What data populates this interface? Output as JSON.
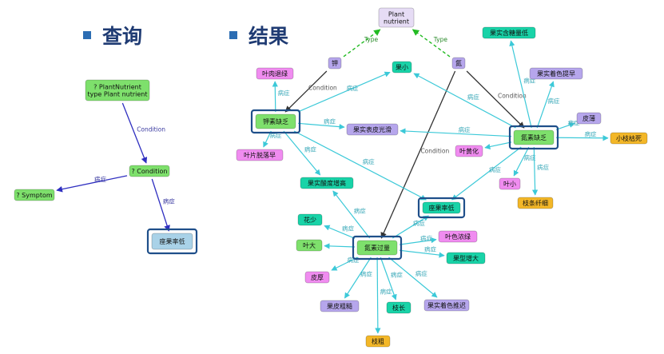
{
  "headings": {
    "query": "查询",
    "result": "结果"
  },
  "colors": {
    "node_green": "#7ee06c",
    "node_pink": "#f08cf0",
    "node_purple": "#b6a6ec",
    "node_teal": "#19d3a8",
    "node_orange": "#f3b728",
    "node_lightblue": "#a9d2e8",
    "node_lavender": "#e6dcf5",
    "edge_cyan": "#3cc9d8",
    "edge_dark": "#333333",
    "edge_blue": "#2f2fc0",
    "edge_green": "#22bb22",
    "highlight_border": "#1f4f8a"
  },
  "query": {
    "nodes": [
      {
        "id": "q_pn",
        "lines": [
          "? PlantNutrient",
          "type   Plant nutrient"
        ],
        "color": "green"
      },
      {
        "id": "q_cond",
        "lines": [
          "? Condition"
        ],
        "color": "green"
      },
      {
        "id": "q_symp",
        "lines": [
          "? Symptom"
        ],
        "color": "green"
      },
      {
        "id": "q_fruit",
        "lines": [
          "座果率低"
        ],
        "color": "lightblue",
        "highlight": true
      }
    ],
    "edges": [
      {
        "from": "q_pn",
        "to": "q_cond",
        "label": "Condition"
      },
      {
        "from": "q_cond",
        "to": "q_symp",
        "label": "病症"
      },
      {
        "from": "q_cond",
        "to": "q_fruit",
        "label": "病症"
      }
    ]
  },
  "result": {
    "nodes": [
      {
        "id": "pn",
        "lines": [
          "Plant",
          "nutrient"
        ],
        "color": "lavender"
      },
      {
        "id": "k",
        "lines": [
          "钾"
        ],
        "color": "purple"
      },
      {
        "id": "n",
        "lines": [
          "氮"
        ],
        "color": "purple"
      },
      {
        "id": "k_def",
        "lines": [
          "钾素缺乏"
        ],
        "color": "green",
        "highlight": true
      },
      {
        "id": "n_def",
        "lines": [
          "氮素缺乏"
        ],
        "color": "green",
        "highlight": true
      },
      {
        "id": "n_exc",
        "lines": [
          "氮素过量"
        ],
        "color": "green",
        "highlight": true
      },
      {
        "id": "yrtl",
        "lines": [
          "叶肉退绿"
        ],
        "color": "pink"
      },
      {
        "id": "ytlz",
        "lines": [
          "叶片脱落早"
        ],
        "color": "pink"
      },
      {
        "id": "gx",
        "lines": [
          "果小"
        ],
        "color": "teal"
      },
      {
        "id": "gsbpgh",
        "lines": [
          "果实表皮光滑"
        ],
        "color": "purple"
      },
      {
        "id": "gssdzg",
        "lines": [
          "果实酸度增高"
        ],
        "color": "teal"
      },
      {
        "id": "zgld",
        "lines": [
          "座果率低"
        ],
        "color": "teal",
        "highlight": true
      },
      {
        "id": "gshtld",
        "lines": [
          "果实含糖量低"
        ],
        "color": "teal"
      },
      {
        "id": "gszstz",
        "lines": [
          "果实着色提早"
        ],
        "color": "purple"
      },
      {
        "id": "pb",
        "lines": [
          "皮薄"
        ],
        "color": "purple"
      },
      {
        "id": "xzks",
        "lines": [
          "小枝枯死"
        ],
        "color": "orange"
      },
      {
        "id": "yhh",
        "lines": [
          "叶黄化"
        ],
        "color": "pink"
      },
      {
        "id": "yx",
        "lines": [
          "叶小"
        ],
        "color": "pink"
      },
      {
        "id": "ztxx",
        "lines": [
          "枝条纤细"
        ],
        "color": "orange"
      },
      {
        "id": "hs",
        "lines": [
          "花少"
        ],
        "color": "teal"
      },
      {
        "id": "yd",
        "lines": [
          "叶大"
        ],
        "color": "green"
      },
      {
        "id": "ysnl",
        "lines": [
          "叶色浓绿"
        ],
        "color": "pink"
      },
      {
        "id": "gxzd",
        "lines": [
          "果型增大"
        ],
        "color": "teal"
      },
      {
        "id": "ph",
        "lines": [
          "皮厚"
        ],
        "color": "pink"
      },
      {
        "id": "gpcc",
        "lines": [
          "果皮粗糙"
        ],
        "color": "purple"
      },
      {
        "id": "zc",
        "lines": [
          "枝长"
        ],
        "color": "teal"
      },
      {
        "id": "gszsty",
        "lines": [
          "果实着色推迟"
        ],
        "color": "purple"
      },
      {
        "id": "zq",
        "lines": [
          "枝粗"
        ],
        "color": "orange"
      }
    ],
    "edges": [
      {
        "from": "k",
        "to": "pn",
        "label": "Type",
        "style": "green-dashed"
      },
      {
        "from": "n",
        "to": "pn",
        "label": "Type",
        "style": "green-dashed"
      },
      {
        "from": "k",
        "to": "k_def",
        "label": "Condition",
        "style": "dark"
      },
      {
        "from": "n",
        "to": "n_def",
        "label": "Condition",
        "style": "dark"
      },
      {
        "from": "n",
        "to": "n_exc",
        "label": "Condition",
        "style": "dark"
      },
      {
        "from": "k_def",
        "to": "yrtl",
        "label": "病症",
        "style": "cyan"
      },
      {
        "from": "k_def",
        "to": "ytlz",
        "label": "病症",
        "style": "cyan"
      },
      {
        "from": "k_def",
        "to": "gx",
        "label": "病症",
        "style": "cyan"
      },
      {
        "from": "k_def",
        "to": "gsbpgh",
        "label": "病症",
        "style": "cyan"
      },
      {
        "from": "k_def",
        "to": "gssdzg",
        "label": "病症",
        "style": "cyan"
      },
      {
        "from": "k_def",
        "to": "zgld",
        "label": "病症",
        "style": "cyan"
      },
      {
        "from": "n_def",
        "to": "gshtld",
        "label": "病症",
        "style": "cyan"
      },
      {
        "from": "n_def",
        "to": "gszstz",
        "label": "病症",
        "style": "cyan"
      },
      {
        "from": "n_def",
        "to": "pb",
        "label": "病症",
        "style": "cyan"
      },
      {
        "from": "n_def",
        "to": "xzks",
        "label": "病症",
        "style": "cyan"
      },
      {
        "from": "n_def",
        "to": "yhh",
        "label": "",
        "style": "cyan"
      },
      {
        "from": "n_def",
        "to": "yx",
        "label": "病症",
        "style": "cyan"
      },
      {
        "from": "n_def",
        "to": "ztxx",
        "label": "病症",
        "style": "cyan"
      },
      {
        "from": "n_def",
        "to": "gx",
        "label": "病症",
        "style": "cyan"
      },
      {
        "from": "n_def",
        "to": "gsbpgh",
        "label": "病症",
        "style": "cyan"
      },
      {
        "from": "n_def",
        "to": "zgld",
        "label": "病症",
        "style": "cyan"
      },
      {
        "from": "n_exc",
        "to": "hs",
        "label": "病症",
        "style": "cyan"
      },
      {
        "from": "n_exc",
        "to": "yd",
        "label": "",
        "style": "cyan"
      },
      {
        "from": "n_exc",
        "to": "ysnl",
        "label": "病症",
        "style": "cyan"
      },
      {
        "from": "n_exc",
        "to": "gxzd",
        "label": "病症",
        "style": "cyan"
      },
      {
        "from": "n_exc",
        "to": "ph",
        "label": "病症",
        "style": "cyan"
      },
      {
        "from": "n_exc",
        "to": "gpcc",
        "label": "病症",
        "style": "cyan"
      },
      {
        "from": "n_exc",
        "to": "zc",
        "label": "病症",
        "style": "cyan"
      },
      {
        "from": "n_exc",
        "to": "gszsty",
        "label": "病症",
        "style": "cyan"
      },
      {
        "from": "n_exc",
        "to": "zq",
        "label": "病症",
        "style": "cyan"
      },
      {
        "from": "n_exc",
        "to": "gssdzg",
        "label": "病症",
        "style": "cyan"
      },
      {
        "from": "n_exc",
        "to": "zgld",
        "label": "病症",
        "style": "cyan"
      }
    ]
  }
}
